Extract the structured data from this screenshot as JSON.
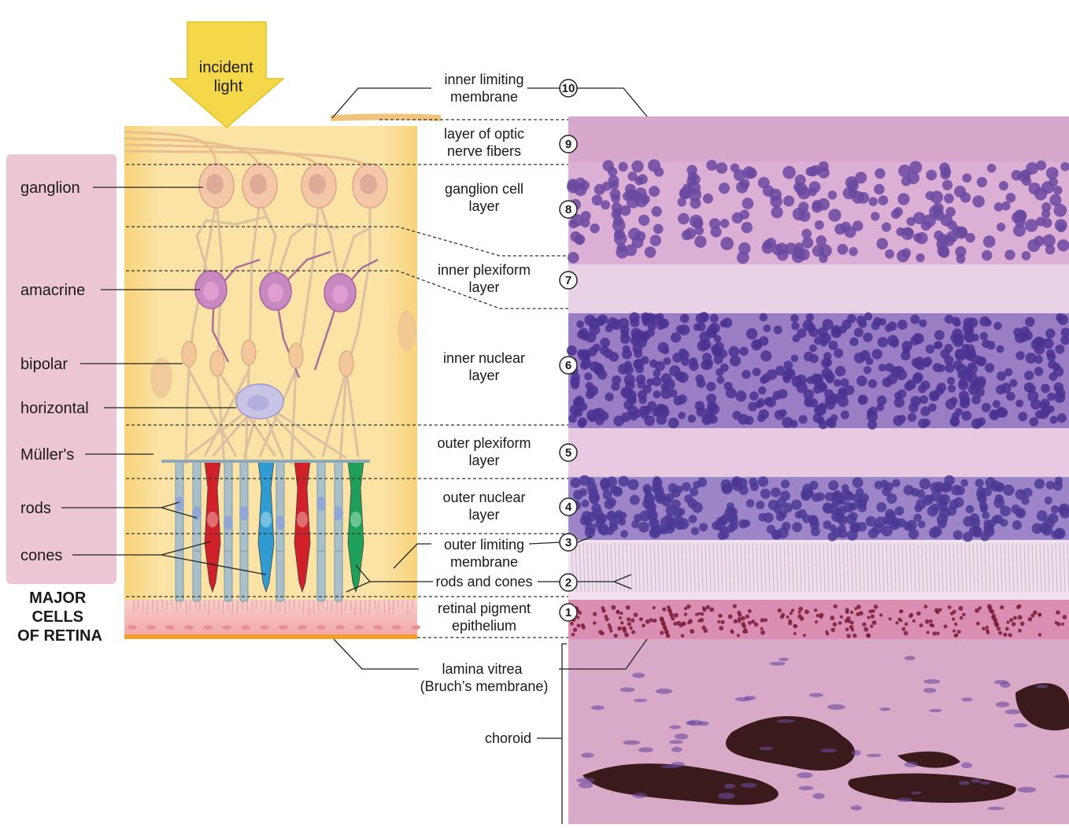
{
  "figure": {
    "incident_light": [
      "incident",
      "light"
    ],
    "cell_labels": [
      "ganglion",
      "amacrine",
      "bipolar",
      "horizontal",
      "Müller's",
      "rods",
      "cones"
    ],
    "panel_title": [
      "MAJOR",
      "CELLS",
      "OF RETINA"
    ],
    "layers": [
      {
        "number": "10",
        "name": [
          "inner limiting",
          "membrane"
        ]
      },
      {
        "number": "9",
        "name": [
          "layer of optic",
          "nerve fibers"
        ]
      },
      {
        "number": "8",
        "name": [
          "ganglion cell",
          "layer"
        ]
      },
      {
        "number": "7",
        "name": [
          "inner plexiform",
          "layer"
        ]
      },
      {
        "number": "6",
        "name": [
          "inner nuclear",
          "layer"
        ]
      },
      {
        "number": "5",
        "name": [
          "outer plexiform",
          "layer"
        ]
      },
      {
        "number": "4",
        "name": [
          "outer nuclear",
          "layer"
        ]
      },
      {
        "number": "3",
        "name": [
          "outer limiting",
          "membrane"
        ]
      },
      {
        "number": "2",
        "name": [
          "rods and cones"
        ]
      },
      {
        "number": "1",
        "name": [
          "retinal pigment",
          "epithelium"
        ]
      }
    ],
    "lamina_vitrea": [
      "lamina vitrea",
      "(Bruch’s membrane)"
    ],
    "choroid": "choroid",
    "colors": {
      "label_panel": "#ecc6d4",
      "schematic_background": "#fbe3a6",
      "arrow": "#f5d84a",
      "ganglion_cell": "#f4c7a8",
      "amacrine_cell": "#c888c0",
      "horizontal_cell": "#c7c4e6",
      "rods": "#a9bfc9",
      "red_cone": "#d0202a",
      "blue_cone": "#2f9bd1",
      "green_cone": "#1fa05a",
      "rpe": "#f5bcc0",
      "histology_pink": "#dcaed2",
      "nuclear_purple": "#4a3290"
    }
  }
}
